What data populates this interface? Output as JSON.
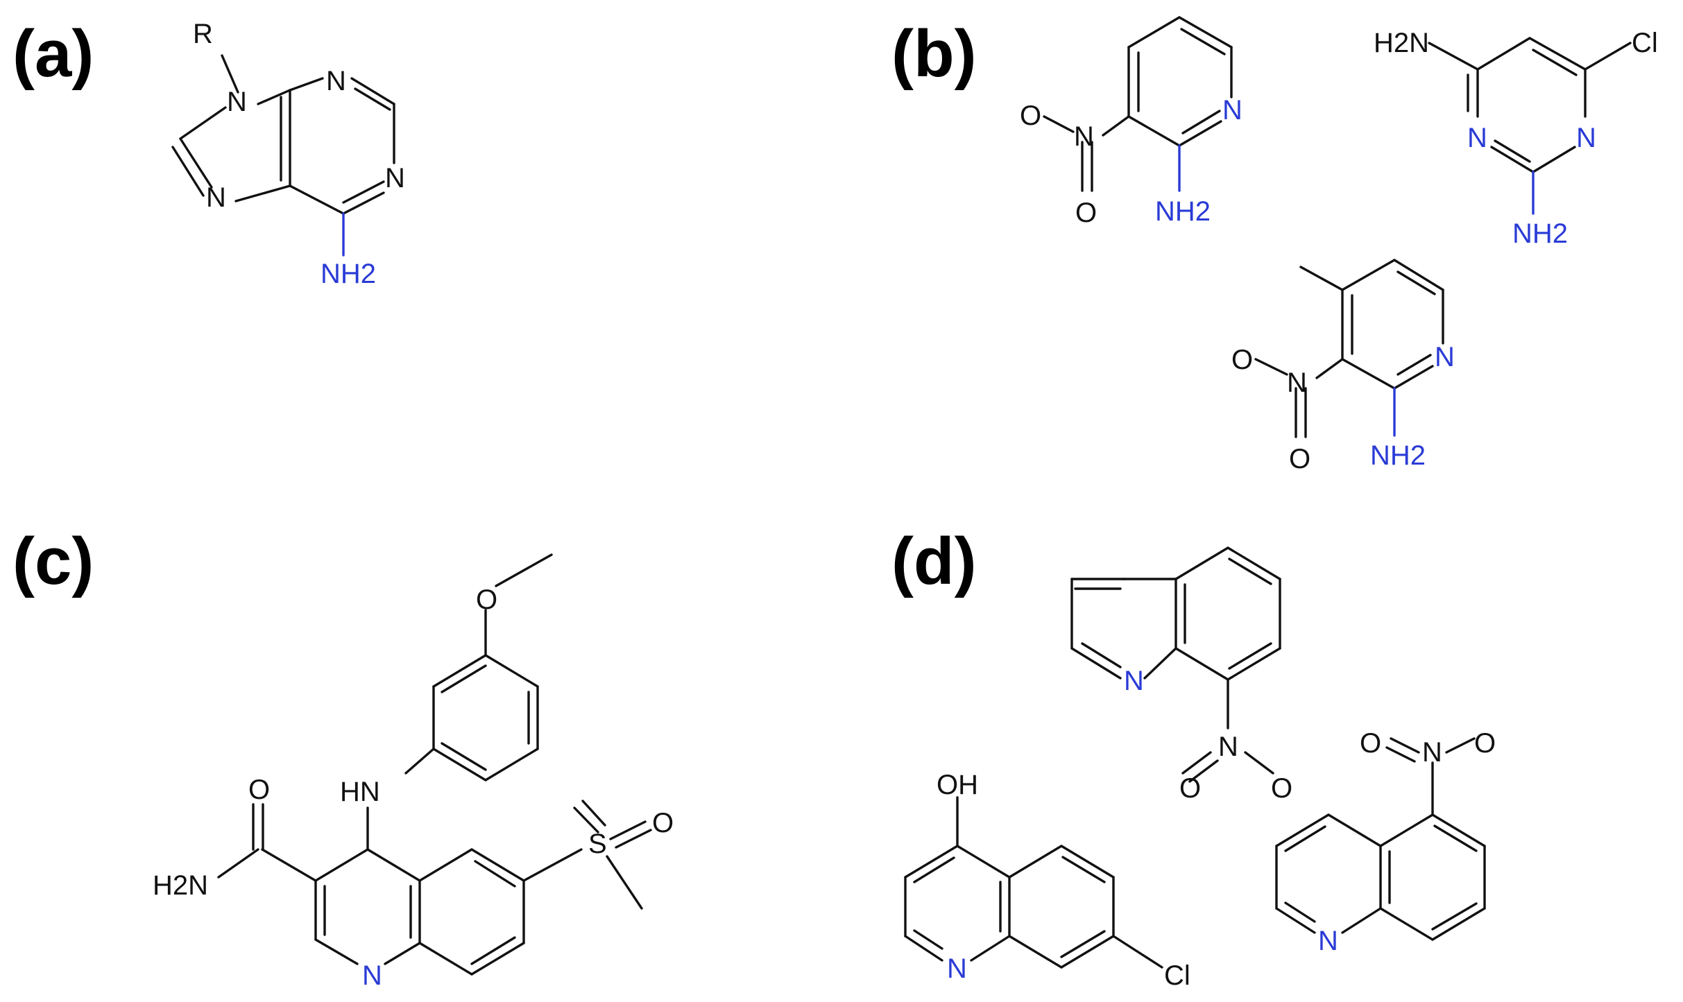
{
  "panels": [
    {
      "label": "(a)",
      "molecules": [
        {
          "atoms": {
            "R": "R",
            "n9": "N",
            "n1": "N",
            "n3": "N",
            "n7": "N",
            "amine": "NH2"
          }
        }
      ]
    },
    {
      "label": "(b)",
      "molecules": [
        {
          "atoms": {
            "nitro_o1": "O",
            "nitro_n": "N",
            "nitro_o2": "O",
            "ring_n": "N",
            "amine": "NH2"
          }
        },
        {
          "atoms": {
            "amine_left": "H2N",
            "cl": "Cl",
            "n_left": "N",
            "n_right": "N",
            "amine_bottom": "NH2"
          }
        },
        {
          "atoms": {
            "nitro_o1": "O",
            "nitro_n": "N",
            "nitro_o2": "O",
            "ring_n": "N",
            "amine": "NH2"
          }
        }
      ]
    },
    {
      "label": "(c)",
      "molecules": [
        {
          "atoms": {
            "ome_o": "O",
            "hn": "HN",
            "amide_o": "O",
            "amide_n": "H2N",
            "s": "S",
            "so_o": "O",
            "ring_n": "N"
          }
        }
      ]
    },
    {
      "label": "(d)",
      "molecules": [
        {
          "atoms": {
            "ring_n": "N",
            "nitro_o1": "O",
            "nitro_n": "N",
            "nitro_o2": "O"
          }
        },
        {
          "atoms": {
            "oh": "OH",
            "ring_n": "N",
            "cl": "Cl"
          }
        },
        {
          "atoms": {
            "nitro_o1": "O",
            "nitro_n": "N",
            "nitro_o2": "O",
            "ring_n": "N"
          }
        }
      ]
    }
  ],
  "colors": {
    "bond": "#111111",
    "amine_nitrogen": "#2a3bd6",
    "background": "#ffffff"
  }
}
